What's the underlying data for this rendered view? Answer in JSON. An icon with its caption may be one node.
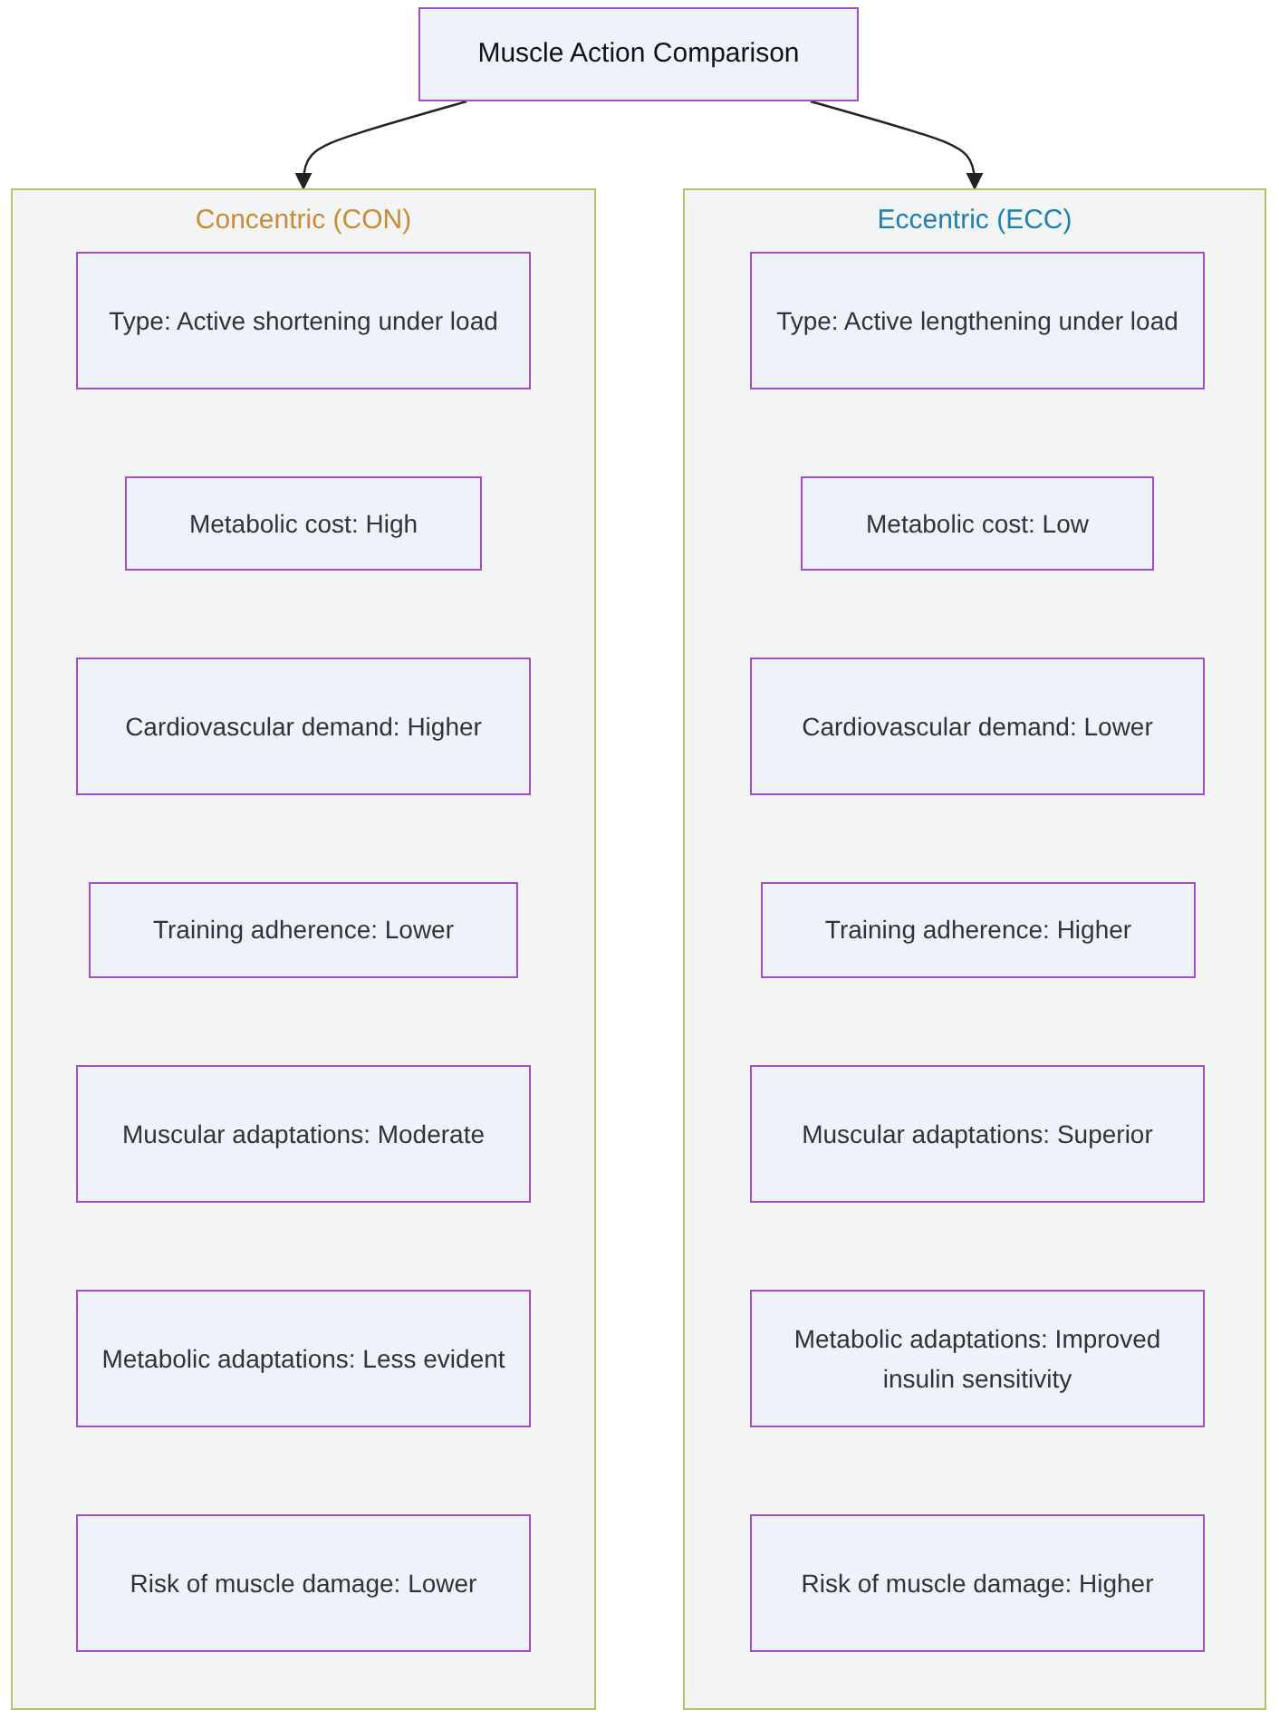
{
  "diagram": {
    "nodes": [
      {
        "text": [
          "Muscle Action Comparison"
        ]
      },
      {
        "text": [
          "Concentric (CON)"
        ]
      },
      {
        "text": [
          "Type: Active shortening under load"
        ],
        "in": 1
      },
      {
        "text": [
          "Metabolic cost: High"
        ],
        "in": 1
      },
      {
        "text": [
          "Cardiovascular demand: Higher"
        ],
        "in": 1
      },
      {
        "text": [
          "Training adherence: Lower"
        ],
        "in": 1
      },
      {
        "text": [
          "Muscular adaptations: Moderate"
        ],
        "in": 1
      },
      {
        "text": [
          "Metabolic adaptations: Less evident"
        ],
        "in": 1
      },
      {
        "text": [
          "Risk of muscle damage: Lower"
        ],
        "in": 1
      },
      {
        "text": [
          "Eccentric (ECC)"
        ]
      },
      {
        "text": [
          "Type: Active lengthening under load"
        ],
        "in": 9
      },
      {
        "text": [
          "Metabolic cost: Low"
        ],
        "in": 9
      },
      {
        "text": [
          "Cardiovascular demand: Lower"
        ],
        "in": 9
      },
      {
        "text": [
          "Training adherence: Higher"
        ],
        "in": 9
      },
      {
        "text": [
          "Muscular adaptations: Superior"
        ],
        "in": 9
      },
      {
        "text": [
          "Metabolic adaptations: Improved insulin sensitivity"
        ],
        "in": 9
      },
      {
        "text": [
          "Risk of muscle damage: Higher"
        ],
        "in": 9
      }
    ],
    "edges": [
      {
        "from": 0,
        "to": 1,
        "arrow": "to"
      },
      {
        "from": 0,
        "to": 9,
        "arrow": "to"
      }
    ]
  }
}
